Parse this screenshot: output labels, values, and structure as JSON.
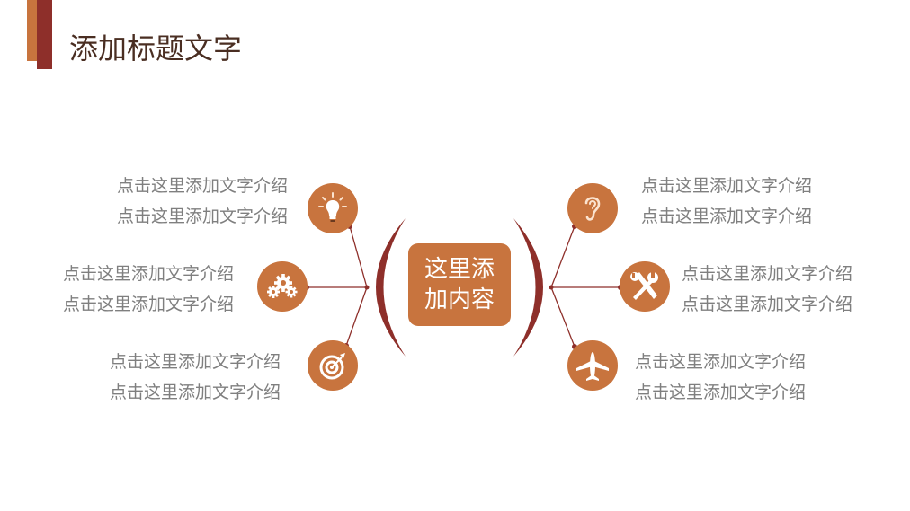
{
  "header": {
    "title": "添加标题文字"
  },
  "center": {
    "line1": "这里添",
    "line2": "加内容"
  },
  "nodes": [
    {
      "side": "left",
      "icon": "lightbulb-icon",
      "lines": [
        "点击这里添加文字介绍",
        "点击这里添加文字介绍"
      ]
    },
    {
      "side": "left",
      "icon": "gears-icon",
      "lines": [
        "点击这里添加文字介绍",
        "点击这里添加文字介绍"
      ]
    },
    {
      "side": "left",
      "icon": "target-icon",
      "lines": [
        "点击这里添加文字介绍",
        "点击这里添加文字介绍"
      ]
    },
    {
      "side": "right",
      "icon": "ear-icon",
      "lines": [
        "点击这里添加文字介绍",
        "点击这里添加文字介绍"
      ]
    },
    {
      "side": "right",
      "icon": "tools-icon",
      "lines": [
        "点击这里添加文字介绍",
        "点击这里添加文字介绍"
      ]
    },
    {
      "side": "right",
      "icon": "airplane-icon",
      "lines": [
        "点击这里添加文字介绍",
        "点击这里添加文字介绍"
      ]
    }
  ],
  "colors": {
    "accent": "#c8743e",
    "dark": "#8e2f2a",
    "text": "#7f7f7f",
    "title": "#4a2e22"
  }
}
